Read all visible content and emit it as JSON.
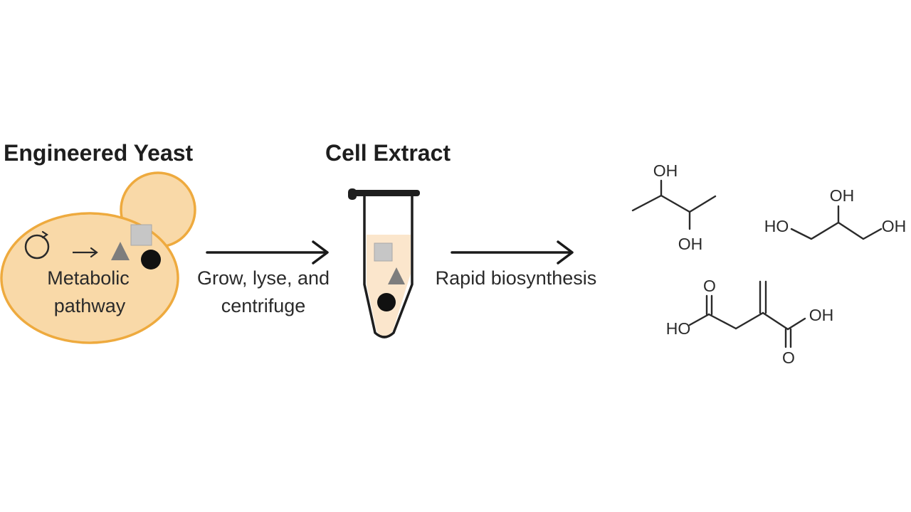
{
  "panels": {
    "yeast": {
      "title": "Engineered Yeast",
      "label_line1": "Metabolic",
      "label_line2": "pathway"
    },
    "step1": {
      "label_line1": "Grow, lyse, and",
      "label_line2": "centrifuge"
    },
    "extract": {
      "title": "Cell Extract"
    },
    "step2": {
      "label": "Rapid biosynthesis"
    },
    "molecules": {
      "butanediol": {
        "oh_top": "OH",
        "oh_bottom": "OH"
      },
      "glycerol": {
        "oh_top": "OH",
        "ho_left": "HO",
        "oh_right": "OH"
      },
      "itaconic_acid": {
        "o_left": "O",
        "ho_left": "HO",
        "oh_right": "OH",
        "o_bottom": "O"
      }
    }
  },
  "colors": {
    "cell_fill": "#f9d9a8",
    "cell_stroke": "#eeaa3e",
    "tube_liquid": "#fbe6cc",
    "square": "#c6c6c6",
    "triangle": "#7d7d7d",
    "circle": "#111111"
  }
}
